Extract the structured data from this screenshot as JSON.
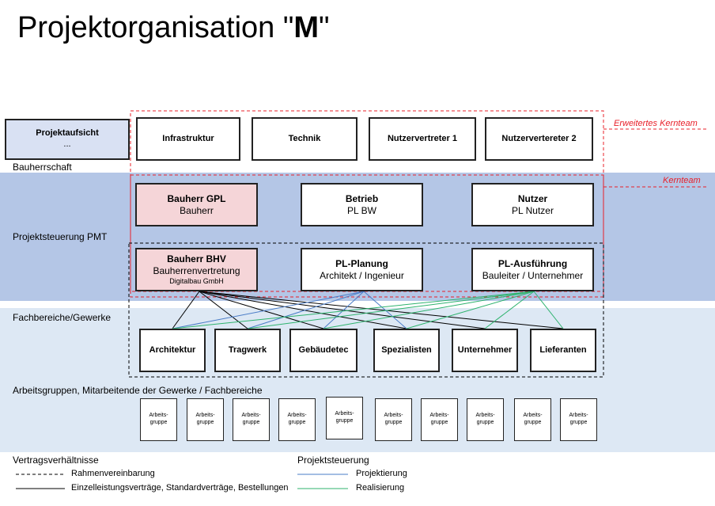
{
  "title": {
    "prefix": "Projektorganisation \"",
    "bold": "M",
    "suffix": "\""
  },
  "bands": {
    "bauherrschaft": "Bauherrschaft",
    "pmt": "Projektsteuerung PMT",
    "fach": "Fachbereiche/Gewerke",
    "arbeitsgruppen": "Arbeitsgruppen, Mitarbeitende der Gewerke / Fachbereiche",
    "colors": {
      "pmt_band": "#b4c6e6",
      "light_band": "#dde8f4",
      "pink_box": "#f5d5d8",
      "blue_box": "#d9e1f3"
    }
  },
  "projektaufsicht": {
    "title": "Projektaufsicht",
    "sub": "..."
  },
  "extended_team": {
    "label": "Erweitertes Kernteam",
    "boxes": [
      "Infrastruktur",
      "Technik",
      "Nutzervertreter 1",
      "Nutzervertereter 2"
    ]
  },
  "kernteam": {
    "label": "Kernteam"
  },
  "pmt": {
    "bauherr_gpl": {
      "title": "Bauherr GPL",
      "sub": "Bauherr"
    },
    "betrieb": {
      "title": "Betrieb",
      "sub": "PL BW"
    },
    "nutzer": {
      "title": "Nutzer",
      "sub": "PL Nutzer"
    },
    "bauherr_bhv": {
      "title": "Bauherr BHV",
      "sub": "Bauherrenvertretung",
      "sub2": "Digitalbau GmbH"
    },
    "pl_planung": {
      "title": "PL-Planung",
      "sub": "Architekt / Ingenieur"
    },
    "pl_ausfuehrung": {
      "title": "PL-Ausführung",
      "sub": "Bauleiter / Unternehmer"
    }
  },
  "gewerke": [
    "Architektur",
    "Tragwerk",
    "Gebäudetec",
    "Spezialisten",
    "Unternehmer",
    "Lieferanten"
  ],
  "arbeitsgruppen": {
    "label_line1": "Arbeits-",
    "label_line2": "gruppe",
    "count": 10
  },
  "legend": {
    "vertrag_title": "Vertragsverhältnisse",
    "rahmen": "Rahmenvereinbarung",
    "einzel": "Einzelleistungsverträge, Standardverträge, Bestellungen",
    "steuerung_title": "Projektsteuerung",
    "projektierung": "Projektierung",
    "realisierung": "Realisierung",
    "colors": {
      "projektierung": "#4a7cc7",
      "realisierung": "#2fb36e",
      "dashed_red": "#e8202a"
    }
  }
}
